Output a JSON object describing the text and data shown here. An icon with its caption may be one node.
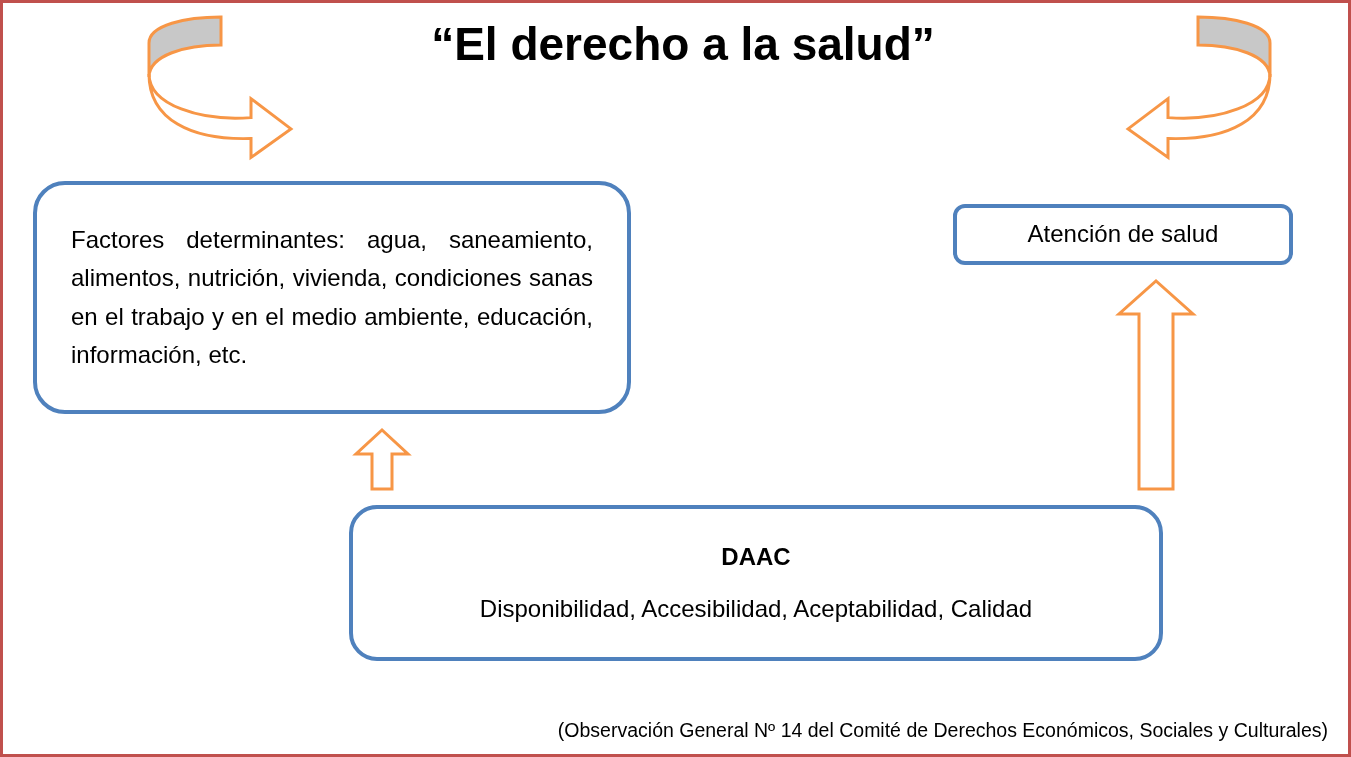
{
  "diagram": {
    "title": "“El derecho a la salud”",
    "nodes": [
      {
        "text": [
          "Factores determinantes: agua, saneamiento, alimentos, nutrición, vivienda, condiciones sanas en el trabajo y en el medio ambiente, educación, información, etc."
        ]
      },
      {
        "text": [
          "Atención de salud"
        ]
      },
      {
        "text": [
          "DAAC",
          "Disponibilidad, Accesibilidad, Aceptabilidad, Calidad"
        ]
      }
    ],
    "edges": [
      {
        "from": 2,
        "to": 0,
        "arrow": "to"
      },
      {
        "from": 2,
        "to": 1,
        "arrow": "to"
      }
    ],
    "caption": "(Observación General Nº 14  del Comité de Derechos Económicos, Sociales y Culturales)"
  }
}
